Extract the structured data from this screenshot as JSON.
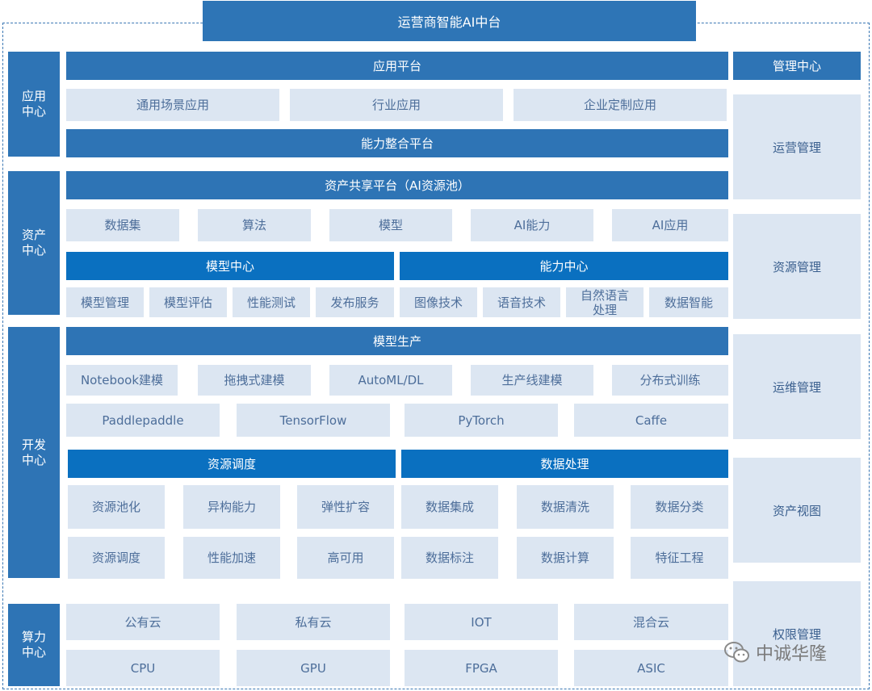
{
  "title": "运营商智能AI中台",
  "sections": {
    "app": "应用中心",
    "asset": "资产中心",
    "dev": "开发中心",
    "compute": "算力中心"
  },
  "app_center": {
    "platform": "应用平台",
    "items": [
      "通用场景应用",
      "行业应用",
      "企业定制应用"
    ],
    "integration": "能力整合平台"
  },
  "asset_center": {
    "shared_platform": "资产共享平台（AI资源池）",
    "items": [
      "数据集",
      "算法",
      "模型",
      "AI能力",
      "AI应用"
    ],
    "model_center": "模型中心",
    "capability_center": "能力中心",
    "model_items": [
      "模型管理",
      "模型评估",
      "性能测试",
      "发布服务"
    ],
    "capability_items": [
      "图像技术",
      "语音技术",
      "自然语言处理",
      "数据智能"
    ]
  },
  "dev_center": {
    "production": "模型生产",
    "modeling": [
      "Notebook建模",
      "拖拽式建模",
      "AutoML/DL",
      "生产线建模",
      "分布式训练"
    ],
    "frameworks": [
      "Paddlepaddle",
      "TensorFlow",
      "PyTorch",
      "Caffe"
    ],
    "scheduling": "资源调度",
    "processing": "数据处理",
    "sched_items": [
      "资源池化",
      "异构能力",
      "弹性扩容",
      "资源调度",
      "性能加速",
      "高可用"
    ],
    "proc_items": [
      "数据集成",
      "数据清洗",
      "数据分类",
      "数据标注",
      "数据计算",
      "特征工程"
    ]
  },
  "compute_center": {
    "clouds": [
      "公有云",
      "私有云",
      "IOT",
      "混合云"
    ],
    "chips": [
      "CPU",
      "GPU",
      "FPGA",
      "ASIC"
    ]
  },
  "management": {
    "header": "管理中心",
    "items": [
      "运营管理",
      "资源管理",
      "运维管理",
      "资产视图",
      "权限管理"
    ]
  },
  "watermark": "中诚华隆",
  "colors": {
    "dark_blue": "#2e74b5",
    "mid_blue": "#0a70c0",
    "light_blue": "#dce6f2"
  },
  "icons": {
    "watermark": "wechat-icon"
  }
}
